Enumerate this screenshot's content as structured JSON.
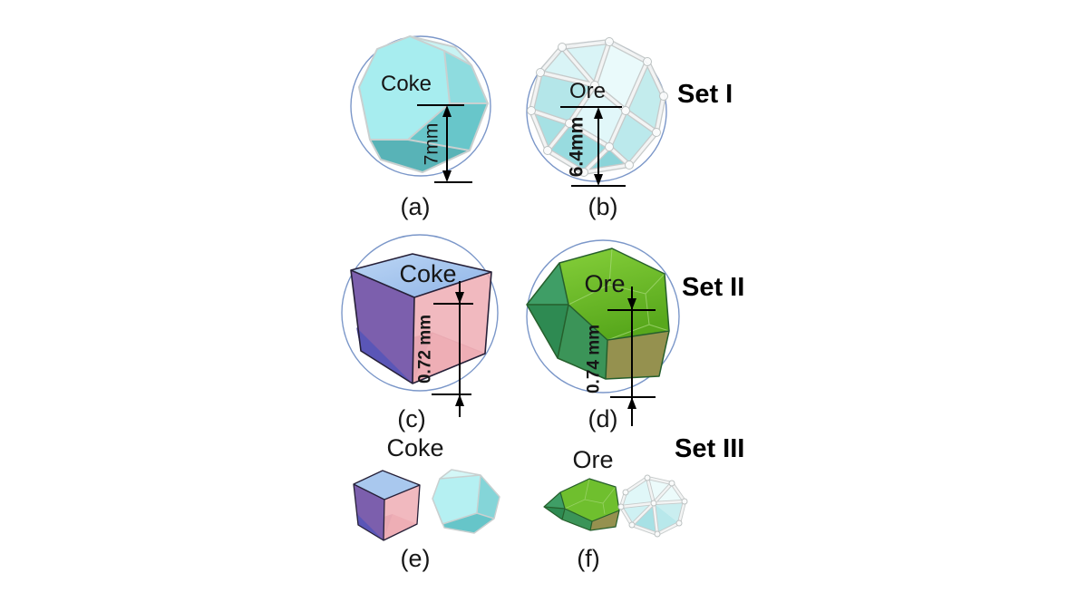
{
  "figure": {
    "sets": [
      {
        "label": "Set I",
        "panels": [
          {
            "caption": "(a)",
            "material": "Coke",
            "dimension": "7mm"
          },
          {
            "caption": "(b)",
            "material": "Ore",
            "dimension": "6.4mm"
          }
        ]
      },
      {
        "label": "Set II",
        "panels": [
          {
            "caption": "(c)",
            "material": "Coke",
            "dimension": "0.72 mm"
          },
          {
            "caption": "(d)",
            "material": "Ore",
            "dimension": "0.74 mm"
          }
        ]
      },
      {
        "label": "Set III",
        "panels": [
          {
            "caption": "(e)",
            "material": "Coke"
          },
          {
            "caption": "(f)",
            "material": "Ore"
          }
        ]
      }
    ],
    "colors": {
      "coke_cyan": "#a7edef",
      "coke_cyan_dark": "#58b3b7",
      "ore_clump_face": "#cdeff1",
      "ore_clump_tube": "#f3f4f4",
      "cube_top": "#a9c8ee",
      "cube_left": "#7c5fad",
      "cube_left_dark": "#5a56b7",
      "cube_front": "#eeacb3",
      "ore_green": "#6fbf2e",
      "ore_green_teal": "#37935b",
      "ore_green_olive": "#95914f",
      "circle_outline": "#7b97c9",
      "dimension_lines": "#000000",
      "text": "#161616"
    }
  }
}
